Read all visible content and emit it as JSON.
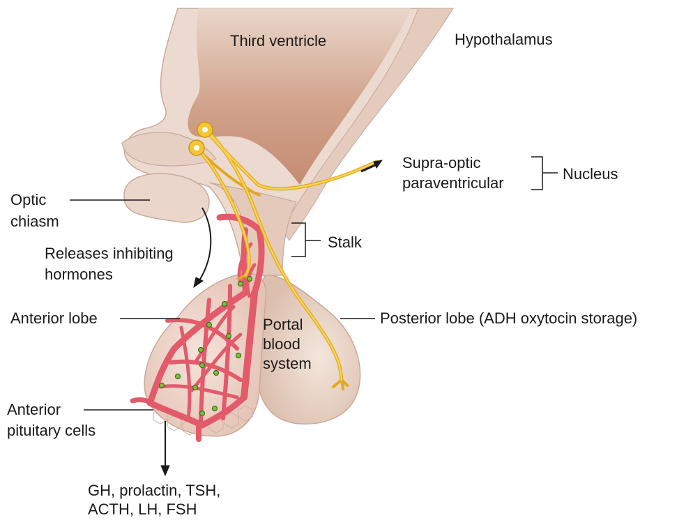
{
  "labels": {
    "third_ventricle": "Third ventricle",
    "hypothalamus": "Hypothalamus",
    "supra_optic": "Supra-optic",
    "paraventricular": "paraventricular",
    "nucleus": "Nucleus",
    "optic_chiasm_1": "Optic",
    "optic_chiasm_2": "chiasm",
    "releases_1": "Releases inhibiting",
    "releases_2": "hormones",
    "stalk": "Stalk",
    "anterior_lobe": "Anterior lobe",
    "portal_1": "Portal",
    "portal_2": "blood",
    "portal_3": "system",
    "posterior_lobe": "Posterior lobe (ADH oxytocin storage)",
    "anterior_cells_1": "Anterior",
    "anterior_cells_2": "pituitary cells",
    "hormones_1": "GH, prolactin, TSH,",
    "hormones_2": "ACTH, LH, FSH"
  },
  "colors": {
    "tissue_light": "#eddcd2",
    "tissue_mid": "#e1c4b3",
    "tissue_dark": "#c18b72",
    "vessel": "#e35a6b",
    "nerve": "#f3c632",
    "granule": "#7fbf3a"
  }
}
